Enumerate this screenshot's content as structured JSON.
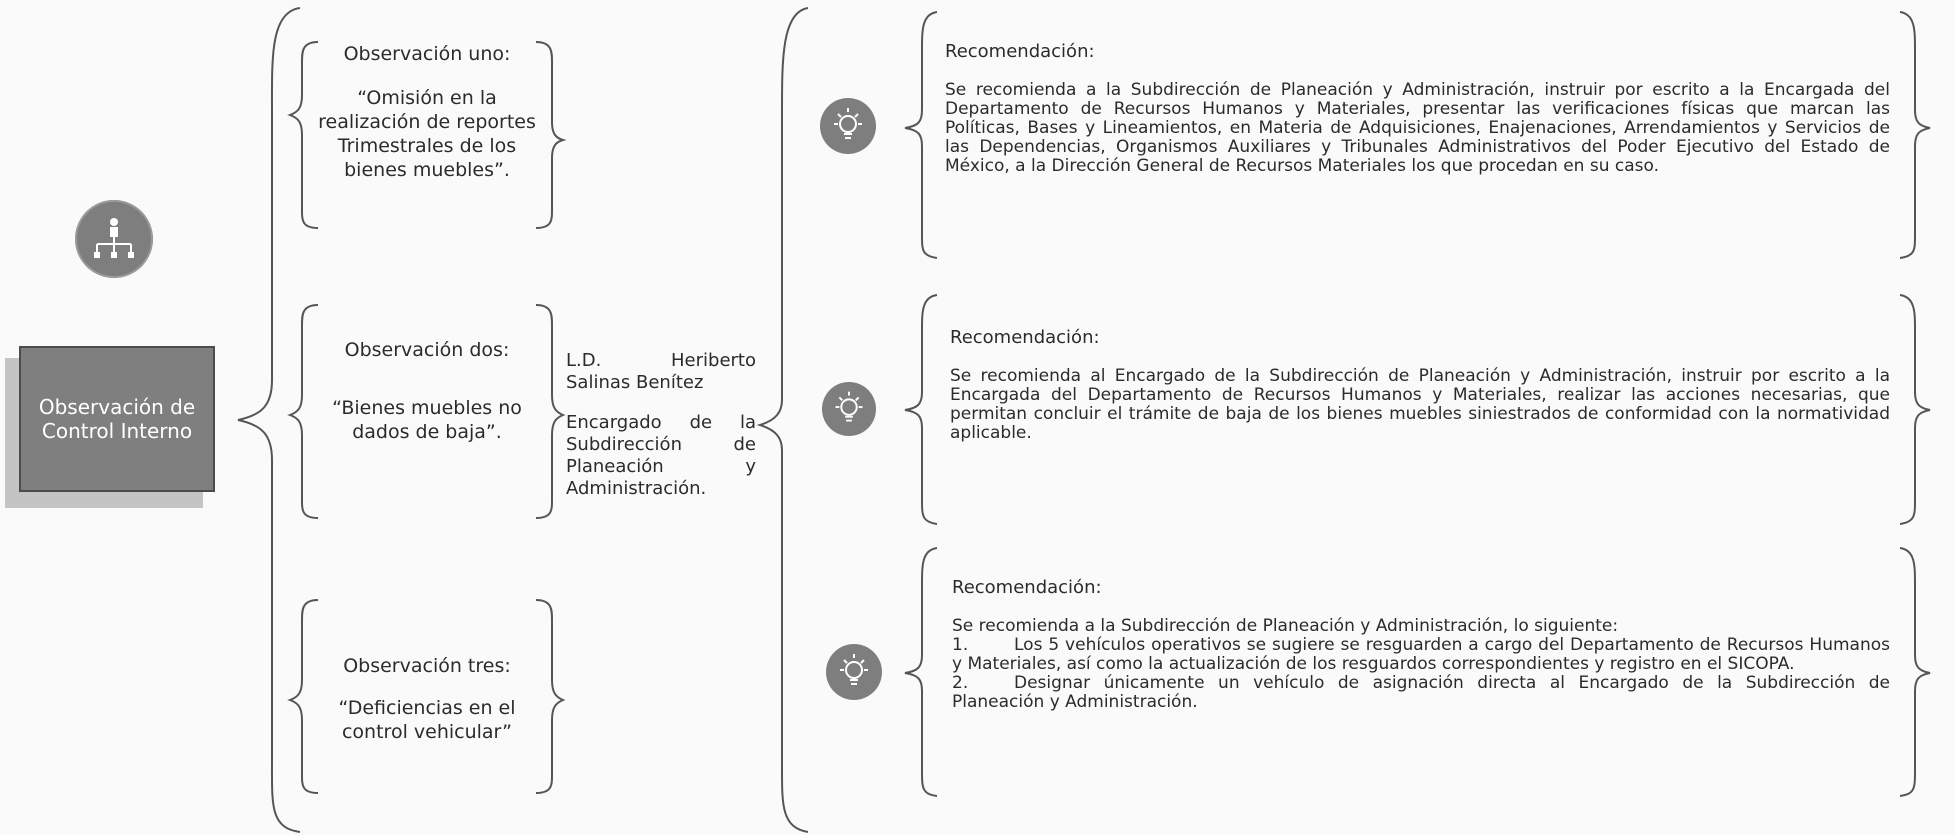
{
  "main": {
    "label": "Observación de Control Interno"
  },
  "observations": [
    {
      "title": "Observación uno:",
      "text": "“Omisión en la realización de reportes Trimestrales de los bienes muebles”."
    },
    {
      "title": "Observación dos:",
      "text": "“Bienes muebles no dados de baja”."
    },
    {
      "title": "Observación tres:",
      "text": "“Deficiencias en el control vehicular”"
    }
  ],
  "responsible": {
    "name_line1": "L.D.     Heriberto",
    "name_line2": "Salinas Benítez",
    "role_line1": "Encargado de la",
    "role_line2": "Subdirección de",
    "role_line3": "Planeación y",
    "role_line4": "Administración."
  },
  "recommendations": [
    {
      "title": "Recomendación:",
      "text": "Se recomienda a la Subdirección de Planeación y Administración, instruir por escrito a la Encargada del Departamento de Recursos Humanos y Materiales, presentar las verificaciones físicas que marcan las Políticas, Bases y Lineamientos, en Materia de Adquisiciones, Enajenaciones, Arrendamientos y Servicios de las Dependencias, Organismos Auxiliares y Tribunales Administrativos del Poder Ejecutivo del Estado de México, a la Dirección General de Recursos Materiales los que procedan en su caso."
    },
    {
      "title": "Recomendación:",
      "text": "Se recomienda al Encargado de la Subdirección de Planeación y Administración, instruir por escrito a la Encargada del Departamento de Recursos Humanos y Materiales, realizar las acciones necesarias, que permitan concluir el trámite de baja de los bienes muebles siniestrados de conformidad con la normatividad aplicable."
    },
    {
      "title": "Recomendación:",
      "intro": "Se recomienda a la Subdirección de Planeación y Administración, lo siguiente:",
      "item1_num": "1.",
      "item1_text": "Los 5 vehículos operativos se sugiere se resguarden a cargo del Departamento de Recursos Humanos y Materiales, así como la actualización de los resguardos correspondientes y registro en el SICOPA.",
      "item2_num": "2.",
      "item2_text": "Designar únicamente un vehículo de asignación directa al Encargado de la Subdirección de Planeación y Administración."
    }
  ],
  "icons": {
    "org_chart": "org-chart-icon",
    "lightbulb": "lightbulb-icon"
  },
  "colors": {
    "icon_gray": "#7e7e7e",
    "box_gray": "#7f7f7f",
    "shadow_gray": "#c4c4c4"
  }
}
